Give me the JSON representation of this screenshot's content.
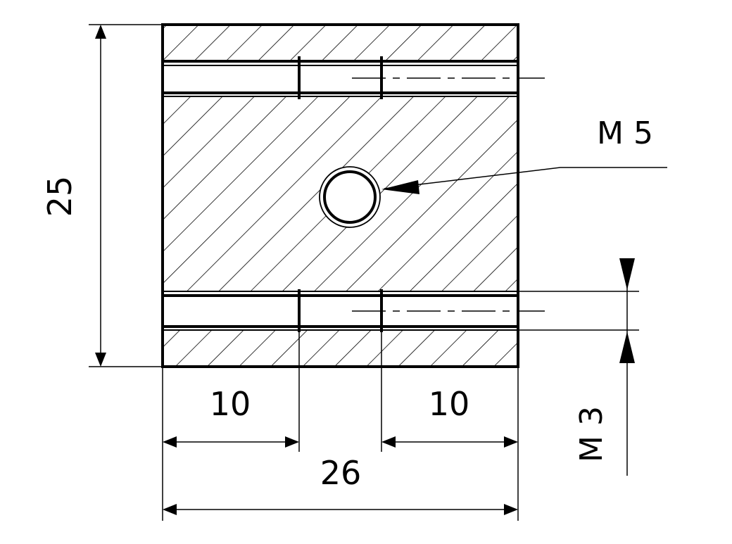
{
  "drawing": {
    "dimensions": {
      "height": "25",
      "width": "26",
      "left_offset": "10",
      "right_offset": "10"
    },
    "callouts": {
      "center_thread": "M 5",
      "side_thread": "M 3"
    },
    "colors": {
      "line": "#000000",
      "background": "#ffffff"
    }
  }
}
